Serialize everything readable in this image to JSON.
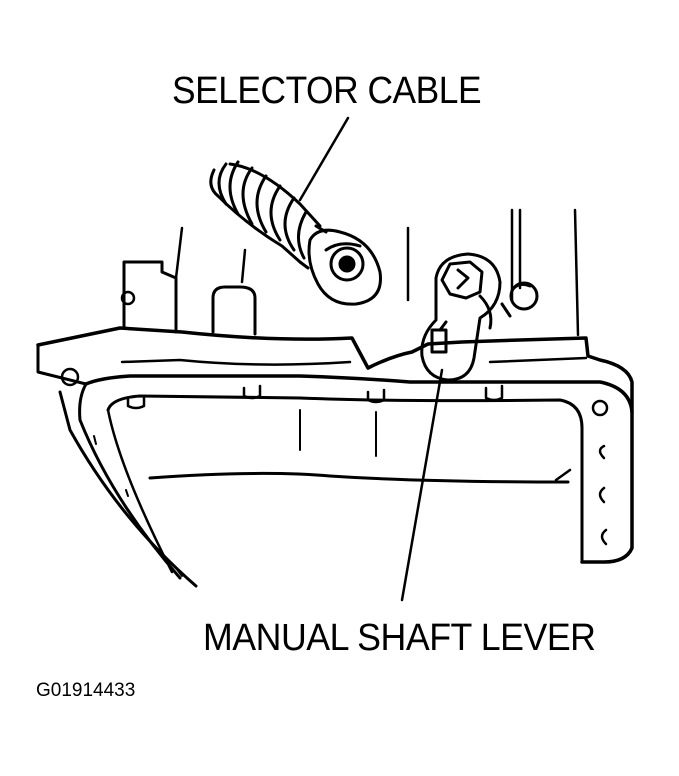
{
  "labels": {
    "selector_cable": "SELECTOR CABLE",
    "manual_shaft_lever": "MANUAL SHAFT LEVER"
  },
  "figure_code": "G01914433",
  "colors": {
    "ink": "#000000",
    "paper": "#ffffff"
  }
}
